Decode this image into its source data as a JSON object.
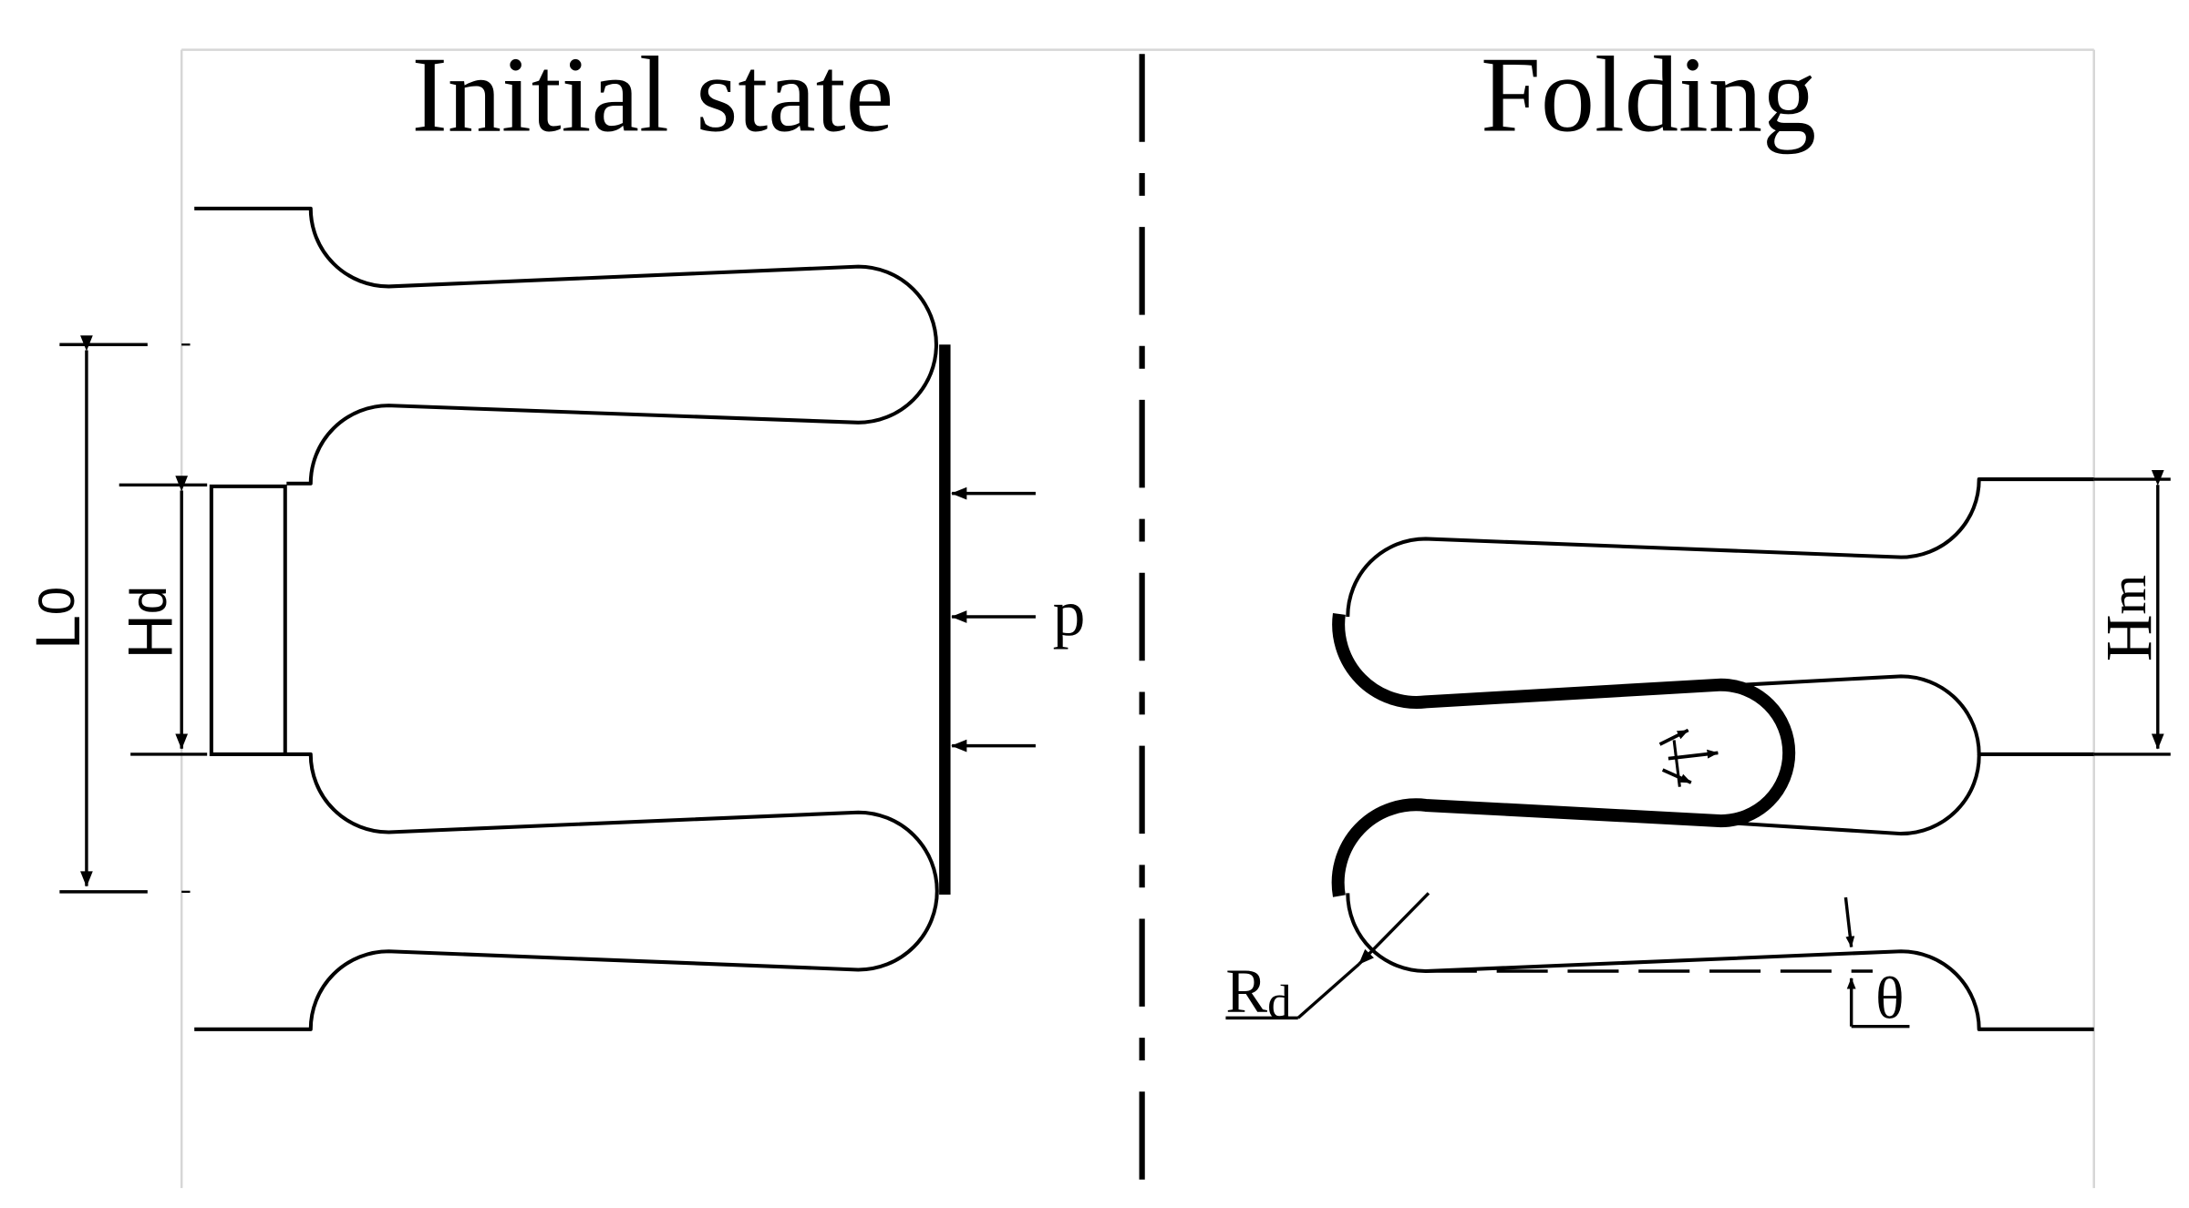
{
  "panels": {
    "left_title": "Initial state",
    "right_title": "Folding"
  },
  "labels": {
    "L0_main": "L",
    "L0_sub": "0",
    "Hd_main": "H",
    "Hd_sub": "d",
    "p": "p",
    "Hm_main": "H",
    "Hm_sub": "m",
    "Rd_main": "R",
    "Rd_sub": "d",
    "theta": "θ"
  }
}
